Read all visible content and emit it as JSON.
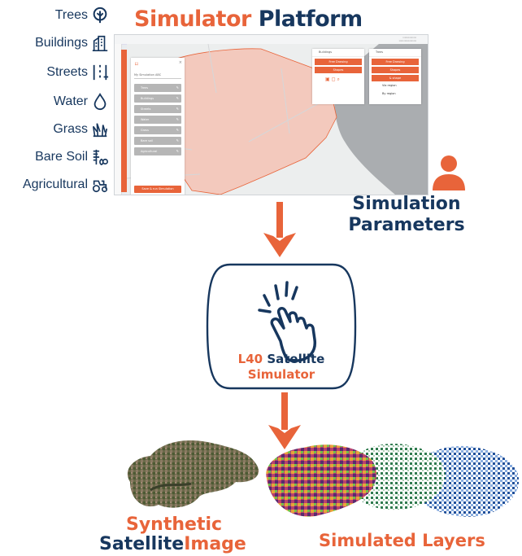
{
  "legend": [
    {
      "label": "Trees",
      "icon": "tree-icon"
    },
    {
      "label": "Buildings",
      "icon": "buildings-icon"
    },
    {
      "label": "Streets",
      "icon": "streets-icon"
    },
    {
      "label": "Water",
      "icon": "water-drop-icon"
    },
    {
      "label": "Grass",
      "icon": "grass-icon"
    },
    {
      "label": "Bare Soil",
      "icon": "bare-soil-icon"
    },
    {
      "label": "Agricultural",
      "icon": "tractor-icon"
    }
  ],
  "title": {
    "part1": "Simulator",
    "part2": "Platform"
  },
  "screenshot": {
    "simulation_name": "My Simulation ABC",
    "layers": [
      "Trees",
      "Buildings",
      "Streets",
      "Water",
      "Grass",
      "Bare soil",
      "Agricultural"
    ],
    "create_button": "Save & run Simulation",
    "card_left": {
      "header": "Buildings",
      "button1": "Free Drawing",
      "button2": "Shapes"
    },
    "card_right": {
      "header": "Trees",
      "button1": "Free Drawing",
      "button2": "Shapes",
      "button3": "& shape",
      "rows": [
        "Via region",
        "By region"
      ]
    }
  },
  "parameters_label": {
    "line1": "Simulation",
    "line2": "Parameters"
  },
  "simulator": {
    "part1": "L40",
    "part2": "Satellite",
    "line2": "Simulator"
  },
  "outputs": {
    "synthetic": {
      "line1": "Synthetic",
      "line2a": "Satellite",
      "line2b": "Image"
    },
    "layers": "Simulated Layers"
  },
  "colors": {
    "orange": "#e8643a",
    "navy": "#17375e"
  }
}
